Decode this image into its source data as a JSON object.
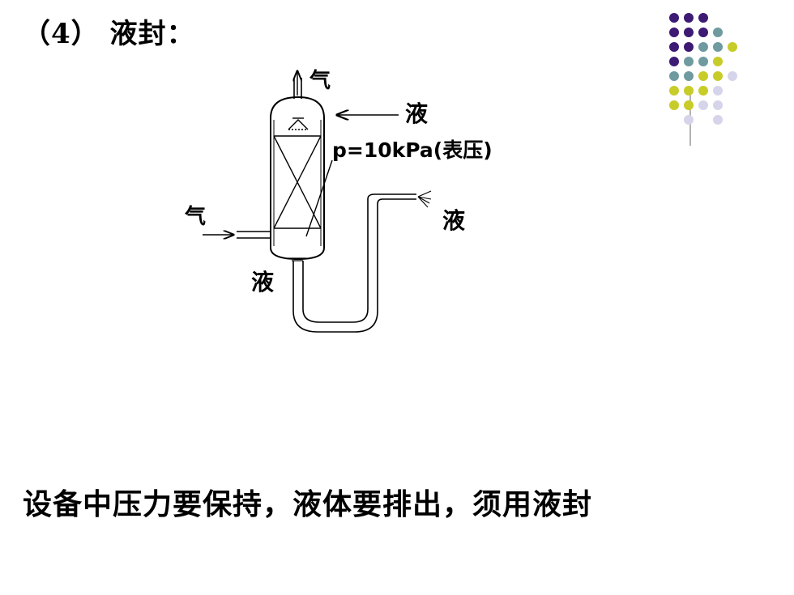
{
  "slide": {
    "title": "（4） 液封：",
    "caption": "设备中压力要保持，液体要排出，须用液封"
  },
  "diagram": {
    "labels": {
      "gas_out": "气",
      "liquid_in": "液",
      "pressure": "p=10kPa(表压)",
      "gas_in": "气",
      "liquid_out_pipe": "液",
      "liquid_bottom": "液"
    }
  },
  "decoration": {
    "dot_colors": {
      "purple": "#3d1a73",
      "teal": "#6e9aa0",
      "olive": "#c8cc28",
      "lavender": "#d6d4ea"
    }
  }
}
